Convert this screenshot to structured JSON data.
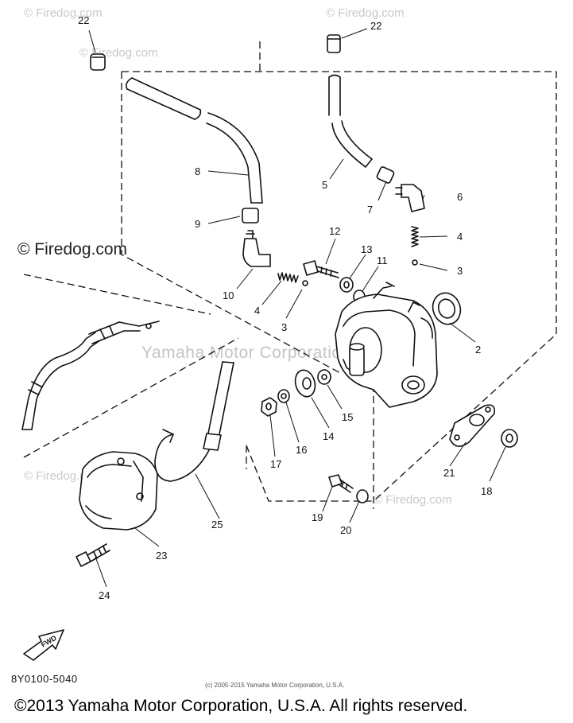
{
  "watermark": {
    "site": "© Firedog.com",
    "site_short": "© Firedog.com",
    "brand_overlay": "Yamaha Motor Corporation"
  },
  "diagram": {
    "part_code": "8Y0100-5040",
    "small_notice": "(c) 2005-2015 Yamaha Motor Corporation, U.S.A.",
    "fwd_label": "FWD",
    "callouts": [
      "22",
      "22",
      "8",
      "5",
      "6",
      "7",
      "9",
      "4",
      "3",
      "12",
      "13",
      "11",
      "10",
      "4",
      "3",
      "2",
      "15",
      "14",
      "16",
      "17",
      "21",
      "18",
      "19",
      "20",
      "25",
      "23",
      "24"
    ]
  },
  "footer": {
    "copyright": "©2013 Yamaha Motor Corporation, U.S.A. All rights reserved."
  },
  "colors": {
    "ink": "#111111",
    "watermark": "#c9c9c9"
  }
}
